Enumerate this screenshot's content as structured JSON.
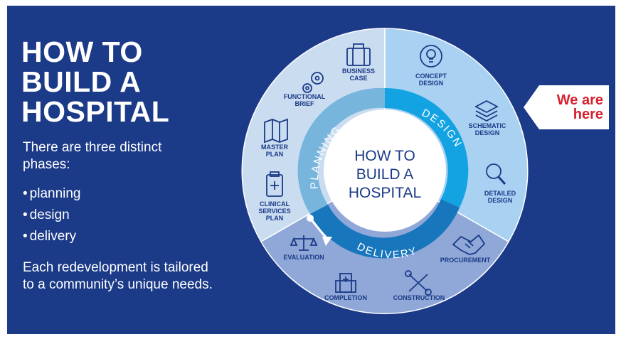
{
  "title_lines": [
    "HOW TO",
    "BUILD A",
    "HOSPITAL"
  ],
  "intro": "There are three distinct phases:",
  "phases": [
    "planning",
    "design",
    "delivery"
  ],
  "note": "Each redevelopment is tailored to a community’s unique needs.",
  "center_lines": [
    "HOW TO",
    "BUILD A",
    "HOSPITAL"
  ],
  "ring_labels": {
    "planning": "PLANNING",
    "design": "DESIGN",
    "delivery": "DELIVERY"
  },
  "steps": {
    "business_case": [
      "BUSINESS",
      "CASE"
    ],
    "concept_design": [
      "CONCEPT",
      "DESIGN"
    ],
    "schematic_design": [
      "SCHEMATIC",
      "DESIGN"
    ],
    "detailed_design": [
      "DETAILED",
      "DESIGN"
    ],
    "procurement": [
      "PROCUREMENT"
    ],
    "construction": [
      "CONSTRUCTION"
    ],
    "completion": [
      "COMPLETION"
    ],
    "evaluation": [
      "EVALUATION"
    ],
    "clinical_services_plan": [
      "CLINICAL",
      "SERVICES",
      "PLAN"
    ],
    "master_plan": [
      "MASTER",
      "PLAN"
    ],
    "functional_brief": [
      "FUNCTIONAL",
      "BRIEF"
    ]
  },
  "callout_lines": [
    "We are",
    "here"
  ],
  "colors": {
    "background": "#1b3a87",
    "planning_outer": "#c9dcf0",
    "design_outer": "#a9d1f2",
    "delivery_outer": "#8fa8d8",
    "planning_ring": "#77b5dd",
    "design_ring": "#13a3e3",
    "delivery_ring": "#1876bd",
    "step_label": "#1b3a87",
    "callout_text": "#d6202e"
  }
}
